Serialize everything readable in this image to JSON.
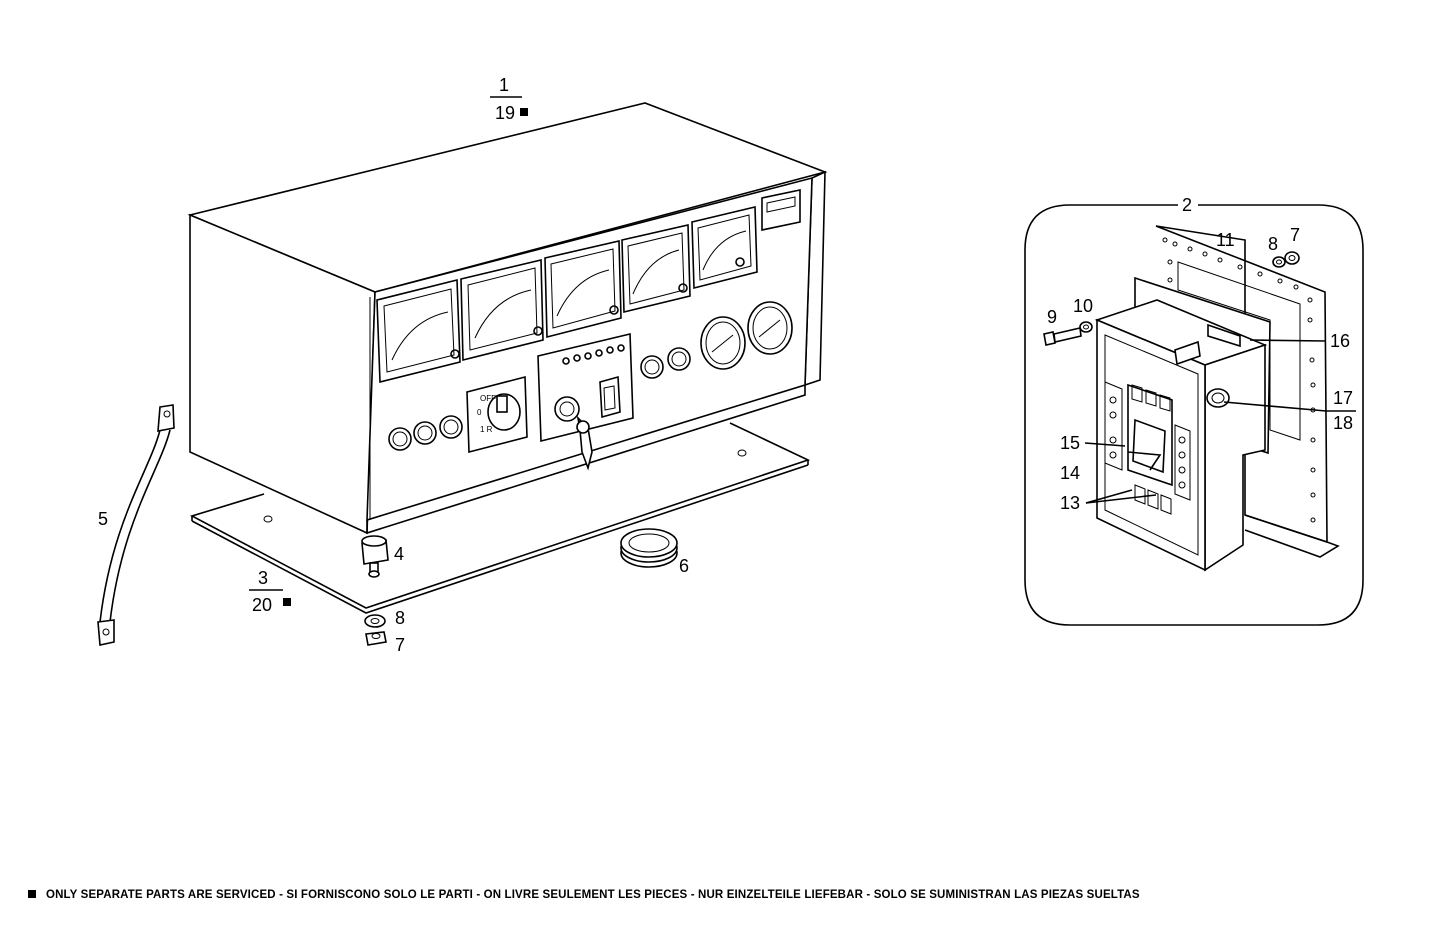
{
  "callouts": {
    "assembly_top": {
      "top": "1",
      "bottom": "19"
    },
    "base_plate": {
      "top": "3",
      "bottom": "20"
    },
    "cable": "5",
    "mount": "4",
    "grommet": "6",
    "washer_left": "8",
    "nut_left": "7",
    "inset_main": "2",
    "plate": "11",
    "washer_right": "8",
    "nut_right": "7",
    "bolt": "9",
    "washer_bolt": "10",
    "part16": "16",
    "part17": "17",
    "part18": "18",
    "part15": "15",
    "part14": "14",
    "part13": "13"
  },
  "footer_note": "ONLY SEPARATE PARTS ARE SERVICED - SI FORNISCONO SOLO LE PARTI - ON LIVRE SEULEMENT LES PIECES - NUR EINZELTEILE LIEFEBAR - SOLO SE SUMINISTRAN LAS PIEZAS SUELTAS"
}
